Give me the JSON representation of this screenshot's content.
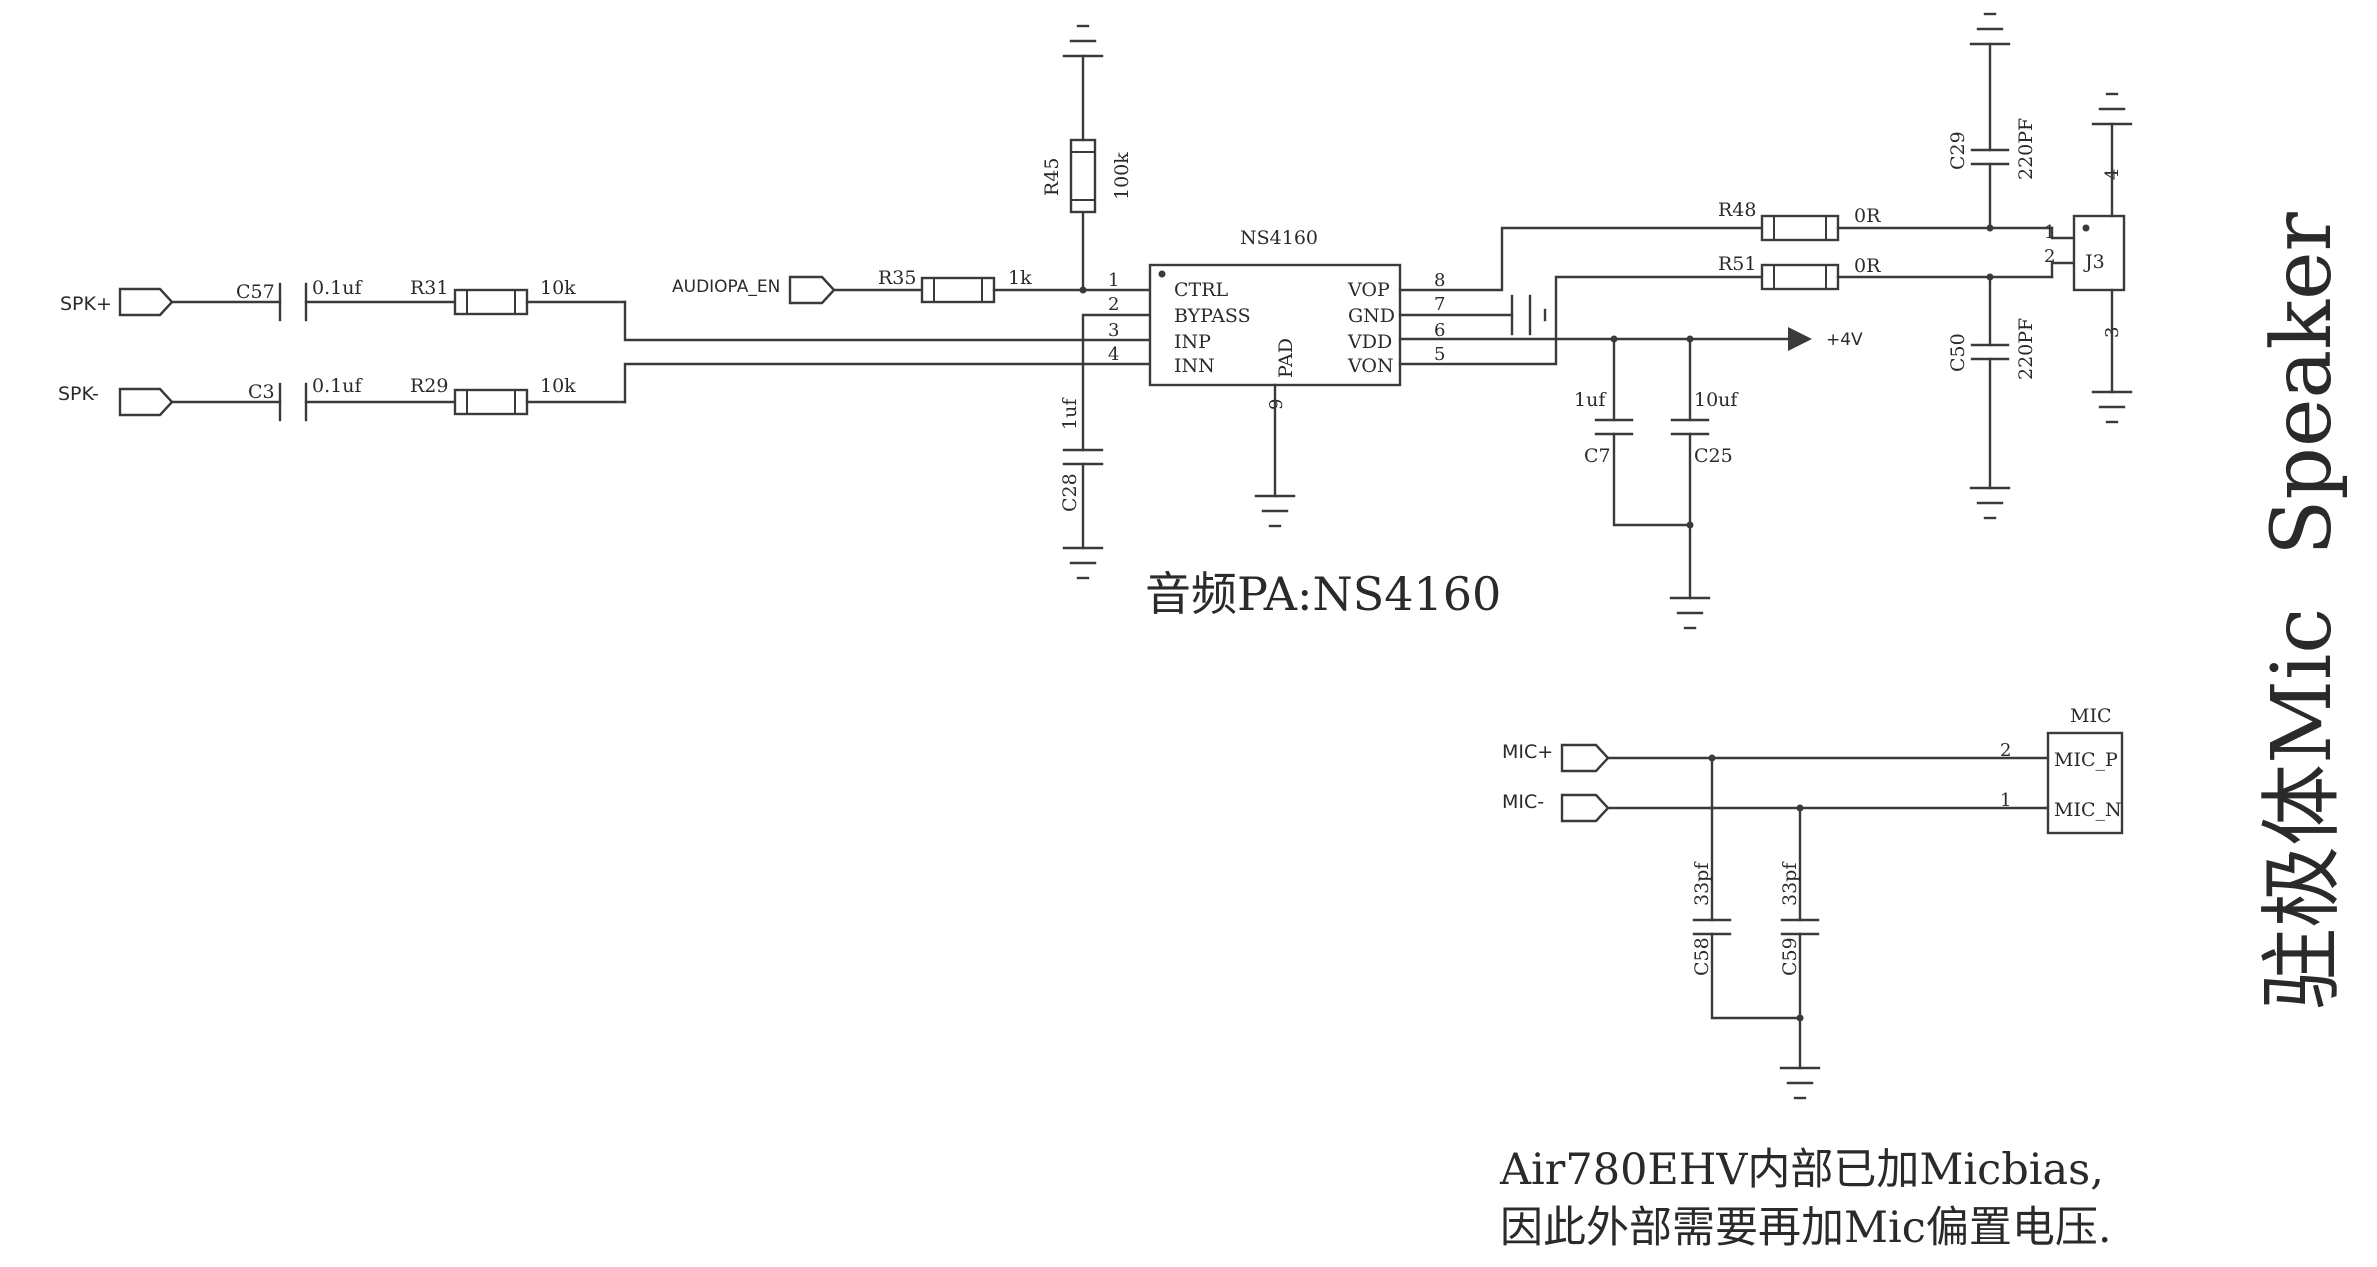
{
  "colors": {
    "ink": "#3a3a3a",
    "background": "#ffffff"
  },
  "titles": {
    "audio_pa": "音频PA:NS4160",
    "mic_note_line1": "Air780EHV内部已加Micbias,",
    "mic_note_line2": "因此外部需要再加Mic偏置电压.",
    "side_title": "驻极体Mic  Speaker"
  },
  "nets": {
    "spk_plus": "SPK+",
    "spk_minus": "SPK-",
    "audiopa_en": "AUDIOPA_EN",
    "mic_plus": "MIC+",
    "mic_minus": "MIC-",
    "vcc": "+4V"
  },
  "components": {
    "c57": {
      "ref": "C57",
      "value": "0.1uf"
    },
    "c3": {
      "ref": "C3",
      "value": "0.1uf"
    },
    "r31": {
      "ref": "R31",
      "value": "10k"
    },
    "r29": {
      "ref": "R29",
      "value": "10k"
    },
    "r35": {
      "ref": "R35",
      "value": "1k"
    },
    "r45": {
      "ref": "R45",
      "value": "100k"
    },
    "c28": {
      "ref": "C28",
      "value": "1uf"
    },
    "c7": {
      "ref": "C7",
      "value": "1uf"
    },
    "c25": {
      "ref": "C25",
      "value": "10uf"
    },
    "r48": {
      "ref": "R48",
      "value": "0R"
    },
    "r51": {
      "ref": "R51",
      "value": "0R"
    },
    "c29": {
      "ref": "C29",
      "value": "220PF"
    },
    "c50": {
      "ref": "C50",
      "value": "220PF"
    },
    "c58": {
      "ref": "C58",
      "value": "33pf"
    },
    "c59": {
      "ref": "C59",
      "value": "33pf"
    }
  },
  "ic": {
    "name": "NS4160",
    "pins_left": [
      {
        "num": "1",
        "name": "CTRL"
      },
      {
        "num": "2",
        "name": "BYPASS"
      },
      {
        "num": "3",
        "name": "INP"
      },
      {
        "num": "4",
        "name": "INN"
      }
    ],
    "pins_right": [
      {
        "num": "8",
        "name": "VOP"
      },
      {
        "num": "7",
        "name": "GND"
      },
      {
        "num": "6",
        "name": "VDD"
      },
      {
        "num": "5",
        "name": "VON"
      }
    ],
    "pin_bottom": {
      "num": "9",
      "name": "PAD"
    }
  },
  "j3": {
    "name": "J3",
    "pins": [
      {
        "num": "1"
      },
      {
        "num": "2"
      },
      {
        "num": "3"
      },
      {
        "num": "4"
      }
    ]
  },
  "mic": {
    "title": "MIC",
    "pins": [
      {
        "num": "2",
        "name": "MIC_P"
      },
      {
        "num": "1",
        "name": "MIC_N"
      }
    ]
  }
}
